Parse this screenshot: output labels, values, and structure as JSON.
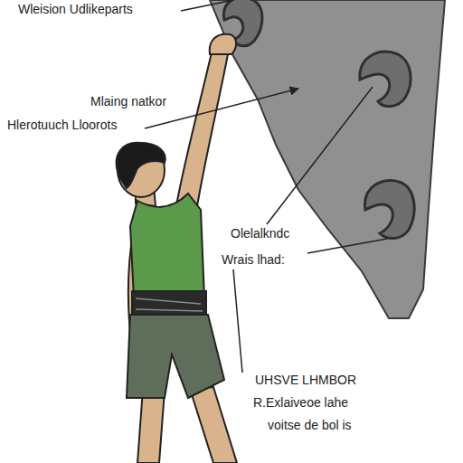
{
  "diagram": {
    "labels": [
      "Wleision Udlikeparts",
      "Mlaing natkor",
      "Hlerotuuch Lloorots",
      "Olelalkndc",
      "Wrais lhad:",
      "UHSVE LHMBOR",
      "R.Exlaiveoe lahe",
      "voitse de bol is"
    ]
  }
}
